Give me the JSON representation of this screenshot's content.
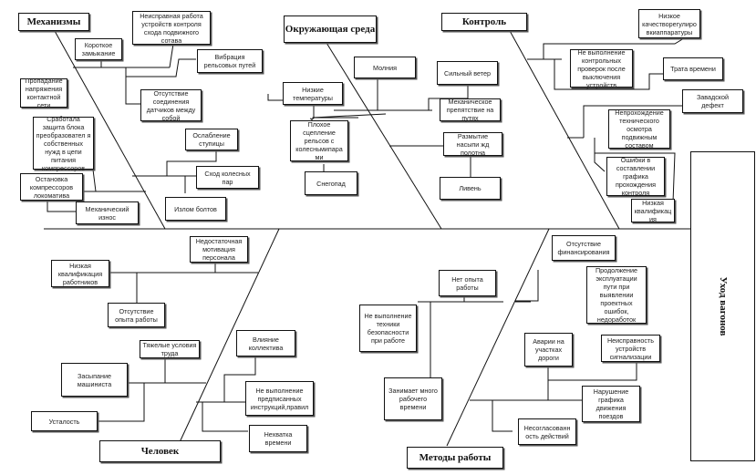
{
  "effect": {
    "label": "Уход вагонов"
  },
  "categories": {
    "mechanisms": {
      "label": "Механизмы",
      "causes": [
        "Короткое замыкание",
        "Неисправная работа устройств контроля схода подвижного сотава",
        "Вибрация рельсовых путей",
        "Отсутствие соединения датчиков между собой",
        "Пропадание напряжения контактной сети",
        "Сработала защита блока преобразовател я собственных нужд в цепи питания компрессоров",
        "Остановка компрессоров локоматива",
        "Механический износ",
        "Ослабление ступицы",
        "Сход колесных пар",
        "Излом болтов"
      ]
    },
    "environment": {
      "label": "Окружающая среда",
      "causes": [
        "Молния",
        "Сильный ветер",
        "Низкие температуры",
        "Механическое препятствие на путях",
        "Плохое сцепление рельсов с колесньмипара ми",
        "Размытие насыпи жд полотна",
        "Снегопад",
        "Ливень"
      ]
    },
    "control": {
      "label": "Контроль",
      "causes": [
        "Низкое качестворегулиро вкиаппаратуры",
        "Не выполнение контрольных проверок после выключения устройств",
        "Трата времени",
        "Завадской дефект",
        "Непрохождение технического осмотра подвижным составом",
        "Ошибки в составлении графика прохождения контроля",
        "Низкая квалификац ия"
      ]
    },
    "human": {
      "label": "Человек",
      "causes": [
        "Недостаточная мотивация персонала",
        "Низкая квалификация работников",
        "Отсутствие опыта работы",
        "Тяжелые условия труда",
        "Засыпание машиниста",
        "Усталость",
        "Влияние коллектива",
        "Не выполнение предписанных инструкций,правил",
        "Нехватка времени"
      ]
    },
    "methods": {
      "label": "Методы работы",
      "causes": [
        "Нет опыта работы",
        "Не выполнение техники безопасности при работе",
        "Занимает много рабочего времени",
        "Отсутствие финансирования",
        "Продолжение эксплуатации пути при выявлении проектных ошибок, недоработок",
        "Аварии на участках дороги",
        "Неисправность устройств сигнализации",
        "Нарушение графика движения поездов",
        "Несогласованн ость действий"
      ]
    }
  }
}
